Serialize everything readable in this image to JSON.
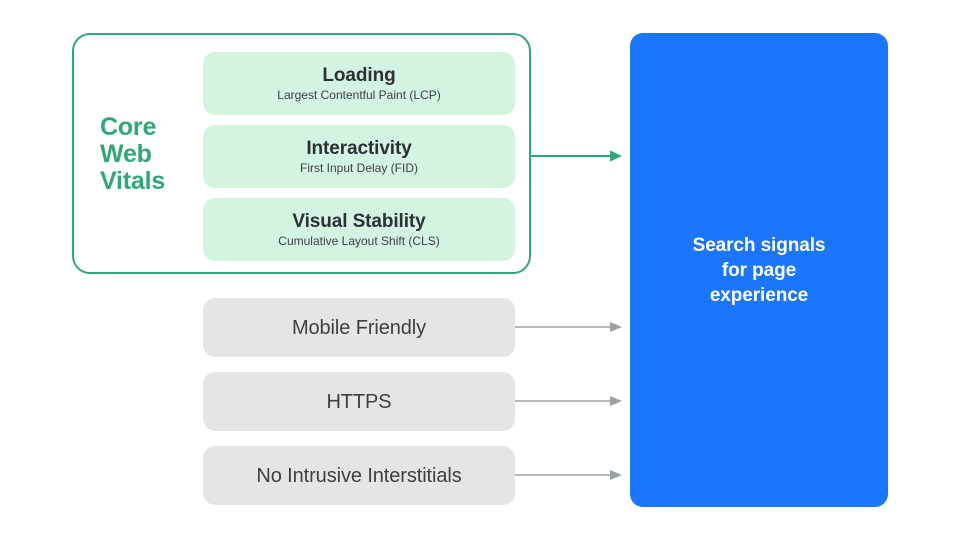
{
  "diagram": {
    "title": "Search signals for page experience",
    "colors": {
      "green_accent": "#2FA877",
      "mint_fill": "#D4F4E2",
      "gray_fill": "#E5E5E5",
      "blue_panel": "#1B76FB",
      "arrow_gray": "#9AA0A6",
      "text_dark": "#3C4043",
      "background": "#FFFFFF"
    }
  },
  "core_web_vitals": {
    "group_label": {
      "line1": "Core",
      "line2": "Web",
      "line3": "Vitals"
    },
    "metrics": [
      {
        "title": "Loading",
        "subtitle": "Largest Contentful Paint (LCP)"
      },
      {
        "title": "Interactivity",
        "subtitle": "First Input Delay (FID)"
      },
      {
        "title": "Visual Stability",
        "subtitle": "Cumulative Layout Shift (CLS)"
      }
    ]
  },
  "other_signals": [
    {
      "title": "Mobile Friendly"
    },
    {
      "title": "HTTPS"
    },
    {
      "title": "No Intrusive Interstitials"
    }
  ],
  "output_panel": {
    "line1": "Search signals",
    "line2": "for page",
    "line3": "experience"
  }
}
